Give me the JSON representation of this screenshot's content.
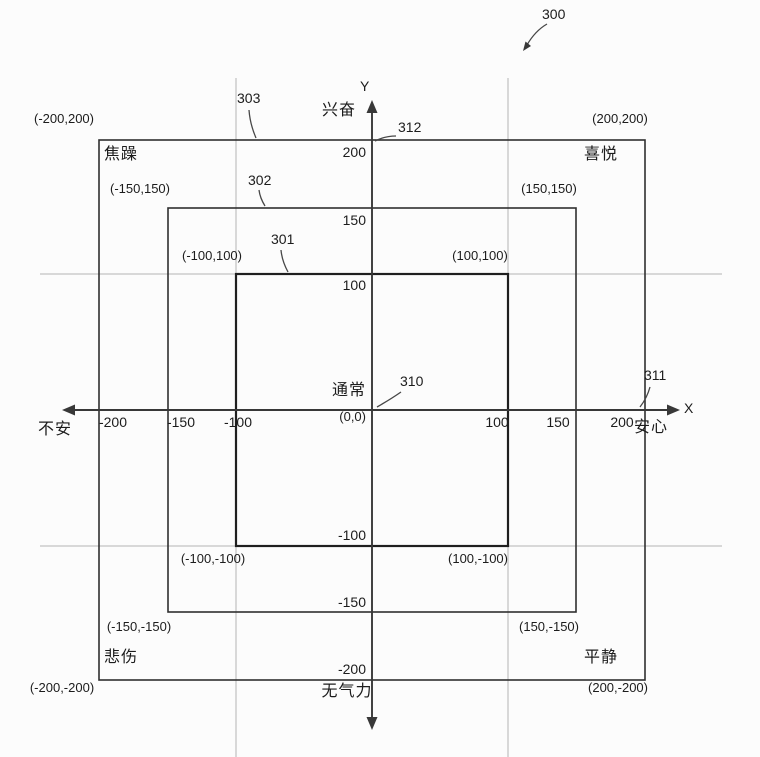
{
  "figure": {
    "ref": "300",
    "callouts": {
      "c303": "303",
      "c302": "302",
      "c301": "301",
      "c310": "310",
      "c311": "311",
      "c312": "312"
    },
    "axis": {
      "y_letter": "Y",
      "x_letter": "X",
      "y_positive": "兴奋",
      "y_negative": "无气力",
      "x_negative": "不安",
      "x_positive": "安心"
    },
    "origin": {
      "label": "通常",
      "coord": "(0,0)"
    },
    "quadrants": {
      "top_left": "焦躁",
      "top_right": "喜悦",
      "bottom_left": "悲伤",
      "bottom_right": "平静"
    },
    "xticks": [
      "-200",
      "-150",
      "-100",
      "100",
      "150",
      "200"
    ],
    "yticks": [
      "200",
      "150",
      "100",
      "-100",
      "-150",
      "-200"
    ],
    "corners": {
      "tl200": "(-200,200)",
      "tr200": "(200,200)",
      "tl150": "(-150,150)",
      "tr150": "(150,150)",
      "tl100": "(-100,100)",
      "tr100": "(100,100)",
      "bl100": "(-100,-100)",
      "br100": "(100,-100)",
      "bl150": "(-150,-150)",
      "br150": "(150,-150)",
      "bl200": "(-200,-200)",
      "br200": "(200,-200)"
    },
    "line_color": "#383838",
    "light_line_color": "#b4b4b4"
  }
}
